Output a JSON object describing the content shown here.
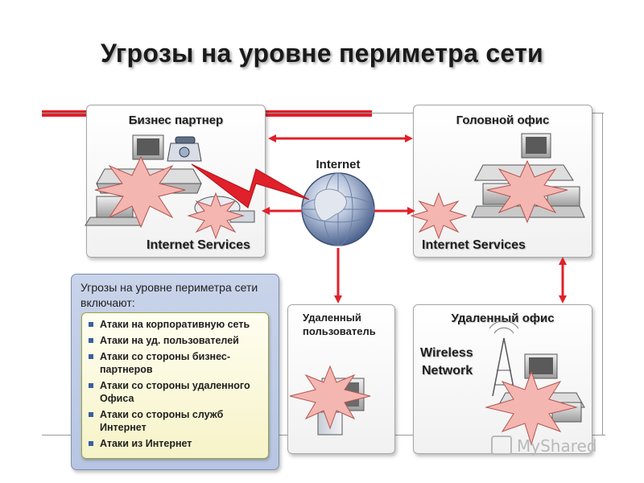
{
  "title": "Угрозы на уровне периметра сети",
  "panels": {
    "business_partner": {
      "title": "Бизнес партнер",
      "services": "Internet Services"
    },
    "head_office": {
      "title": "Головной офис",
      "services": "Internet Services"
    },
    "remote_user": {
      "title": "Удаленный пользователь"
    },
    "remote_office": {
      "title": "Удаленный офис",
      "wireless_line1": "Wireless",
      "wireless_line2": "Network"
    }
  },
  "internet": {
    "label": "Internet"
  },
  "threats": {
    "intro": "Угрозы на уровне периметра сети включают:",
    "items": [
      "Атаки на корпоративную сеть",
      "Атаки на уд. пользователей",
      "Атаки со стороны бизнес-партнеров",
      "Атаки со стороны удаленного Офиса",
      "Атаки со стороны служб Интернет",
      "Атаки из Интернет"
    ]
  },
  "watermark": "MyShared",
  "colors": {
    "accent_red": "#e0202a",
    "attack_fill": "#f4b6b1",
    "list_bg": "#c3cfe7",
    "list_inner_bg": "#fbf8da"
  }
}
